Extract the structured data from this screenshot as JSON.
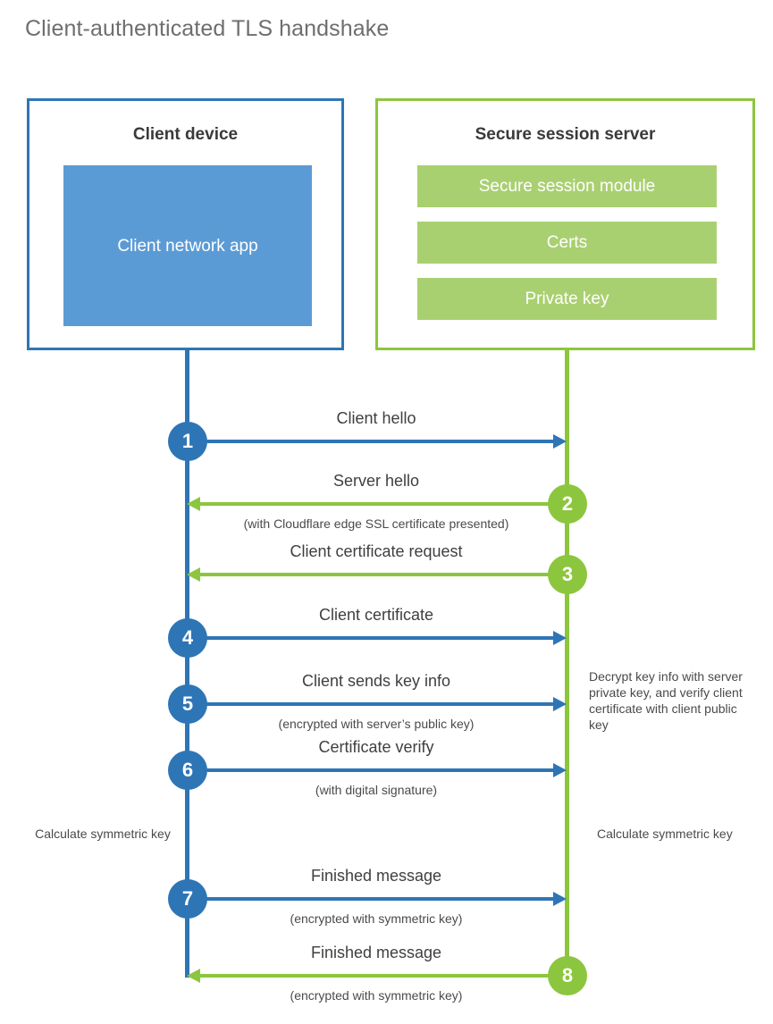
{
  "title": "Client-authenticated TLS handshake",
  "colors": {
    "client_blue": "#2E75B6",
    "client_app_blue": "#5B9BD5",
    "server_green": "#8CC63E",
    "server_bar_green": "#A9D070",
    "title_grey": "#6e6e6e",
    "body_text": "#3f3f3f"
  },
  "client": {
    "heading": "Client device",
    "app_label": "Client network app"
  },
  "server": {
    "heading": "Secure session server",
    "bars": [
      "Secure session module",
      "Certs",
      "Private key"
    ]
  },
  "steps": [
    {
      "number": "1",
      "label": "Client hello",
      "sub": "",
      "direction": "to-server",
      "side": "client"
    },
    {
      "number": "2",
      "label": "Server hello",
      "sub": "(with Cloudflare edge SSL certificate presented)",
      "direction": "to-client",
      "side": "server"
    },
    {
      "number": "3",
      "label": "Client certificate request",
      "sub": "",
      "direction": "to-client",
      "side": "server"
    },
    {
      "number": "4",
      "label": "Client certificate",
      "sub": "",
      "direction": "to-server",
      "side": "client"
    },
    {
      "number": "5",
      "label": "Client sends key info",
      "sub": "(encrypted with server’s public key)",
      "direction": "to-server",
      "side": "client"
    },
    {
      "number": "6",
      "label": "Certificate verify",
      "sub": "(with digital signature)",
      "direction": "to-server",
      "side": "client"
    },
    {
      "number": "7",
      "label": "Finished message",
      "sub": "(encrypted with symmetric key)",
      "direction": "to-server",
      "side": "client"
    },
    {
      "number": "8",
      "label": "Finished message",
      "sub": "(encrypted with symmetric key)",
      "direction": "to-client",
      "side": "server"
    }
  ],
  "annotations": {
    "server_decrypt": "Decrypt key info with server private key, and verify client certificate with client public key",
    "client_symmetric_key": "Calculate symmetric key",
    "server_symmetric_key": "Calculate symmetric key"
  }
}
